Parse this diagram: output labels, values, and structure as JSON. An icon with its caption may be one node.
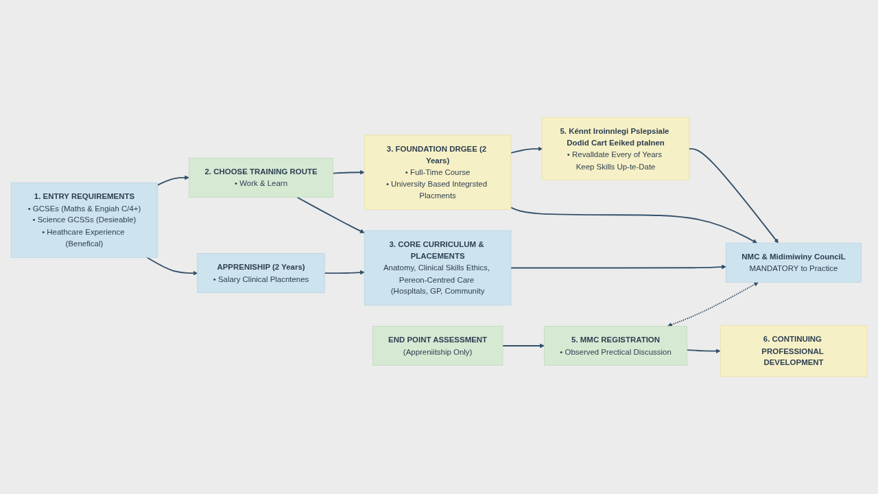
{
  "diagram": {
    "nodes": [
      {
        "text": [
          "1. ENTRY REQUIREMENTS",
          "• GCSEs (Maths & Engiah C/4+)",
          "• Science GCSSs (Desieable)",
          "• Heathcare Experience (Benefical)"
        ]
      },
      {
        "text": [
          "2. CHOOSE TRAINING ROUTE",
          "• Work & Learn"
        ]
      },
      {
        "text": [
          "3. FOUNDATION DRGEE (2 Years)",
          "• Full-Time Course",
          "• University Based Integrsted Placments"
        ]
      },
      {
        "text": [
          "5. Kénnt Iroinnlegi Pslepsiale Dodid Cart Eeiked ptalnen",
          "• Revalldate Every of Years Keep Skills Up-te-Date"
        ]
      },
      {
        "text": [
          "APPRENISHIP (2 Years)",
          "• Salary Clinical Placntenes"
        ]
      },
      {
        "text": [
          "3. CORE CURRICULUM & PLACEMENTS",
          "Anatomy, Clinical Skills Ethics, Pereon-Centred Care (Hospltals, GP, Community"
        ]
      },
      {
        "text": [
          "NMC & Midimiwiny CounciL",
          "MANDATORY to Practice"
        ]
      },
      {
        "text": [
          "END POINT ASSESSMENT",
          "(Appreniitship Only)"
        ]
      },
      {
        "text": [
          "5. MMC REGISTRATION",
          "• Observed Prectical Discussion"
        ]
      },
      {
        "text": [
          "6. CONTINUING PROFESSIONAL DEVELOPMENT"
        ]
      }
    ],
    "edges": [
      {
        "from": 0,
        "to": 1,
        "arrow": "to"
      },
      {
        "from": 1,
        "to": 2,
        "arrow": "to"
      },
      {
        "from": 2,
        "to": 3,
        "arrow": "to"
      },
      {
        "from": 0,
        "to": 4,
        "arrow": "to"
      },
      {
        "from": 1,
        "to": 5,
        "arrow": "to"
      },
      {
        "from": 4,
        "to": 5,
        "arrow": "to"
      },
      {
        "from": 3,
        "to": 6,
        "arrow": "to"
      },
      {
        "from": 5,
        "to": 6,
        "arrow": "to"
      },
      {
        "from": 2,
        "to": 6,
        "arrow": "to"
      },
      {
        "from": 8,
        "to": 6,
        "arrow": "both",
        "style": "dashed"
      },
      {
        "from": 7,
        "to": 8,
        "arrow": "to"
      },
      {
        "from": 8,
        "to": 9,
        "arrow": "to"
      }
    ]
  }
}
